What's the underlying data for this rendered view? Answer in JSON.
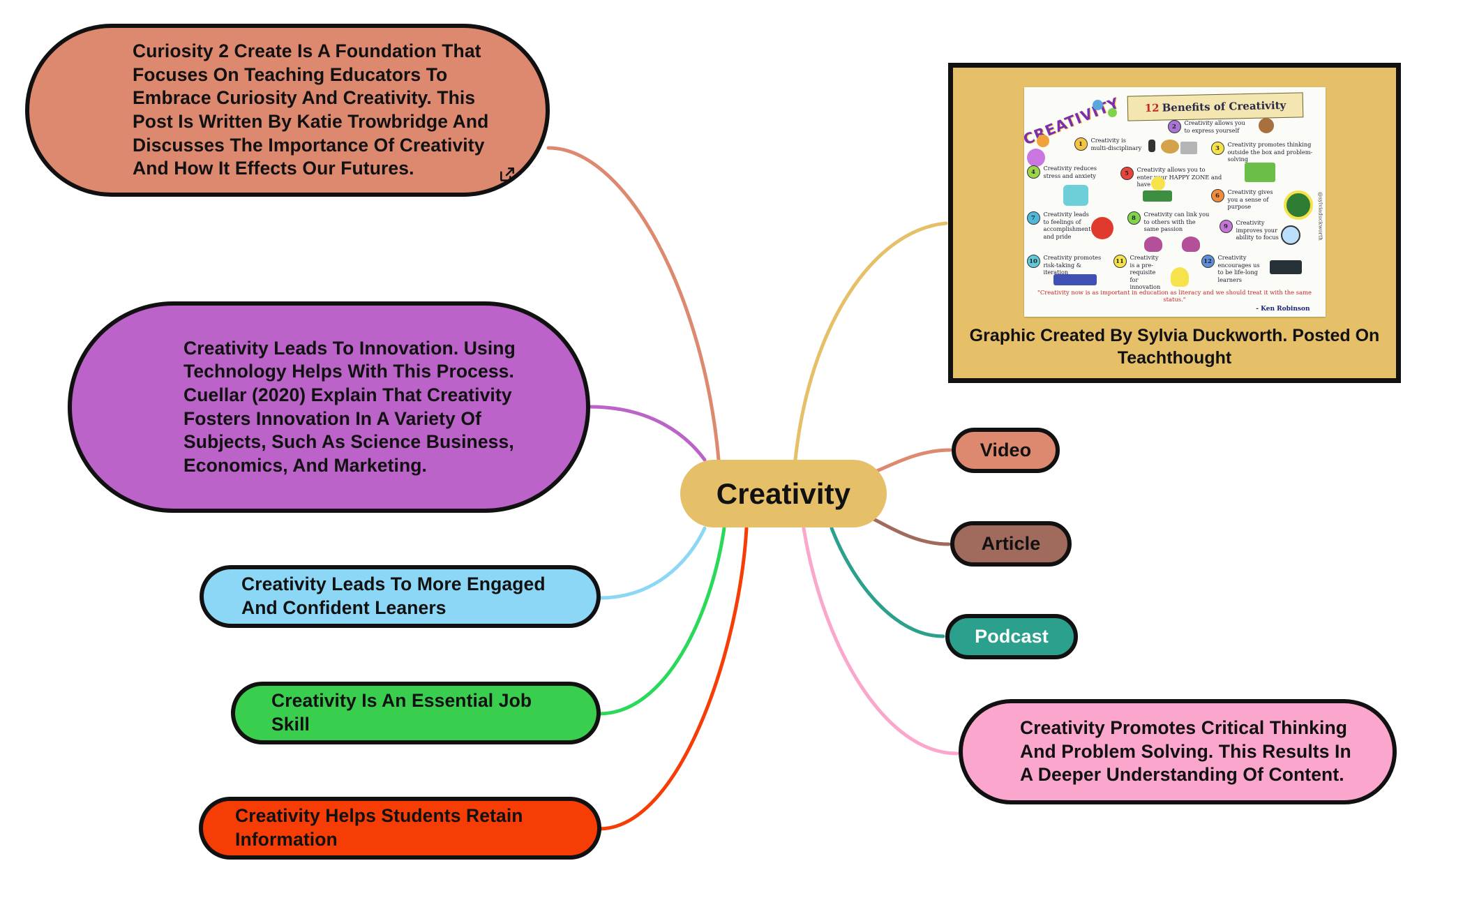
{
  "mindmap": {
    "center": {
      "label": "Creativity",
      "color": "#E6C068"
    },
    "branches": [
      {
        "id": "curiosity",
        "label": "Curiosity 2 Create Is A Foundation That Focuses On Teaching Educators To Embrace Curiosity And Creativity. This Post Is Written By Katie Trowbridge And Discusses The Importance Of Creativity And How It Effects Our Futures.",
        "color": "#DD8970",
        "link_icon": "external-link-icon"
      },
      {
        "id": "innovation",
        "label": "Creativity Leads To Innovation. Using Technology Helps With This Process. Cuellar (2020) Explain That Creativity Fosters Innovation In A Variety Of Subjects, Such As Science Business, Economics, And Marketing.",
        "color": "#BB63C8"
      },
      {
        "id": "engaged",
        "label": "Creativity Leads To More Engaged And Confident Leaners",
        "color": "#8BD7F5"
      },
      {
        "id": "jobskill",
        "label": "Creativity Is An Essential Job Skill",
        "color": "#3ACE4E"
      },
      {
        "id": "retain",
        "label": "Creativity Helps Students Retain Information",
        "color": "#F73D06"
      },
      {
        "id": "video",
        "label": "Video",
        "color": "#DD8970"
      },
      {
        "id": "article",
        "label": "Article",
        "color": "#A06A5C"
      },
      {
        "id": "podcast",
        "label": "Podcast",
        "color": "#2BA08D"
      },
      {
        "id": "critical",
        "label": "Creativity Promotes Critical Thinking And Problem Solving. This Results In A Deeper Understanding Of Content.",
        "color": "#FBA7CD"
      }
    ],
    "image_card": {
      "caption": "Graphic Created By Sylvia Duckworth. Posted On Teachthought",
      "frame_color": "#E6C068",
      "graphic": {
        "wordmark": "CREATIVITY",
        "title_number": "12",
        "title_text": "Benefits of Creativity",
        "handle": "@sylviaduckworth",
        "quote": "\"Creativity now is as important in education as literacy and we should treat it with the same status.\"",
        "author": "- Ken Robinson",
        "benefits": [
          {
            "num": "1",
            "text": "Creativity is multi-disciplinary",
            "badge": "#F6C445"
          },
          {
            "num": "2",
            "text": "Creativity allows you to express yourself",
            "badge": "#A974D4"
          },
          {
            "num": "3",
            "text": "Creativity promotes thinking outside the box and problem-solving",
            "badge": "#F6E34B"
          },
          {
            "num": "4",
            "text": "Creativity reduces stress and anxiety",
            "badge": "#9BD64A"
          },
          {
            "num": "5",
            "text": "Creativity allows you to enter your HAPPY ZONE and have fun!",
            "badge": "#E8443B"
          },
          {
            "num": "6",
            "text": "Creativity gives you a sense of purpose",
            "badge": "#F28C3B"
          },
          {
            "num": "7",
            "text": "Creativity leads to feelings of accomplishment and pride",
            "badge": "#4FB7D8"
          },
          {
            "num": "8",
            "text": "Creativity can link you to others with the same passion",
            "badge": "#7FD44C"
          },
          {
            "num": "9",
            "text": "Creativity improves your ability to focus",
            "badge": "#C476D8"
          },
          {
            "num": "10",
            "text": "Creativity promotes risk-taking & iteration",
            "badge": "#5FC9D8"
          },
          {
            "num": "11",
            "text": "Creativity is a pre-requisite for innovation",
            "badge": "#F6E34B"
          },
          {
            "num": "12",
            "text": "Creativity encourages us to be life-long learners",
            "badge": "#5F8FD8"
          }
        ]
      }
    }
  }
}
